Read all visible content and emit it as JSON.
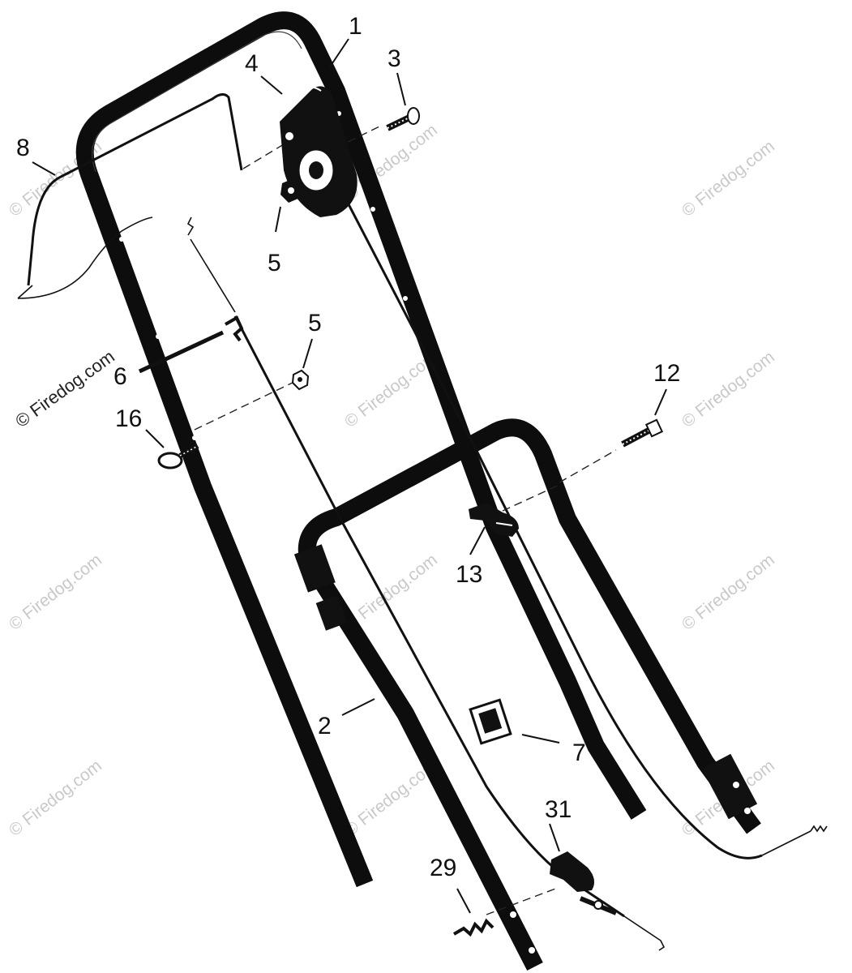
{
  "watermark": {
    "text": "© Firedog.com",
    "color": "#c9c9c9",
    "primary_text": "© Firedog.com"
  },
  "callouts": [
    {
      "id": "1",
      "part": "upper-handle"
    },
    {
      "id": "2",
      "part": "lower-handle"
    },
    {
      "id": "3",
      "part": "bolt"
    },
    {
      "id": "4",
      "part": "throttle-control"
    },
    {
      "id": "5",
      "part": "nut"
    },
    {
      "id": "5",
      "part": "nut"
    },
    {
      "id": "6",
      "part": "wire-rod"
    },
    {
      "id": "7",
      "part": "cable-clip"
    },
    {
      "id": "8",
      "part": "throttle-cable"
    },
    {
      "id": "12",
      "part": "bolt"
    },
    {
      "id": "13",
      "part": "knob"
    },
    {
      "id": "16",
      "part": "eye-bolt"
    },
    {
      "id": "29",
      "part": "spring"
    },
    {
      "id": "31",
      "part": "cable-guide"
    }
  ]
}
